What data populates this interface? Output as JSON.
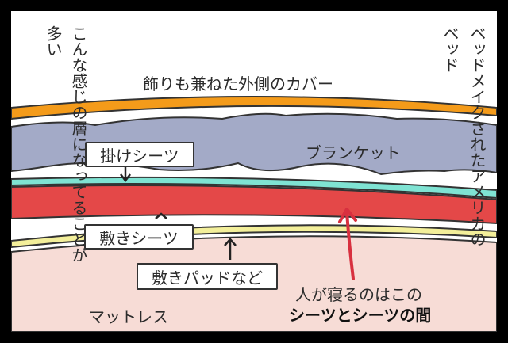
{
  "labels": {
    "cover": "飾りも兼ねた外側のカバー",
    "blanket": "ブランケット",
    "top_sheet": "掛けシーツ",
    "bottom_sheet": "敷きシーツ",
    "pad": "敷きパッドなど",
    "mattress": "マットレス",
    "sleep_line1": "人が寝るのはこの",
    "sleep_line2": "シーツとシーツの間"
  },
  "vertical_left": {
    "col1": "こんな感じの層になってることが",
    "col2": "多い"
  },
  "vertical_right": {
    "col1": "ベッドメイクされたアメリカの",
    "col2": "ベッド"
  },
  "colors": {
    "cover": "#f49b1a",
    "blanket": "#a3aac7",
    "teal": "#7fe3d3",
    "red": "#e44848",
    "yellow": "#f3ef9a",
    "mattress": "#f7dcd6",
    "arrow": "#d8303f"
  }
}
